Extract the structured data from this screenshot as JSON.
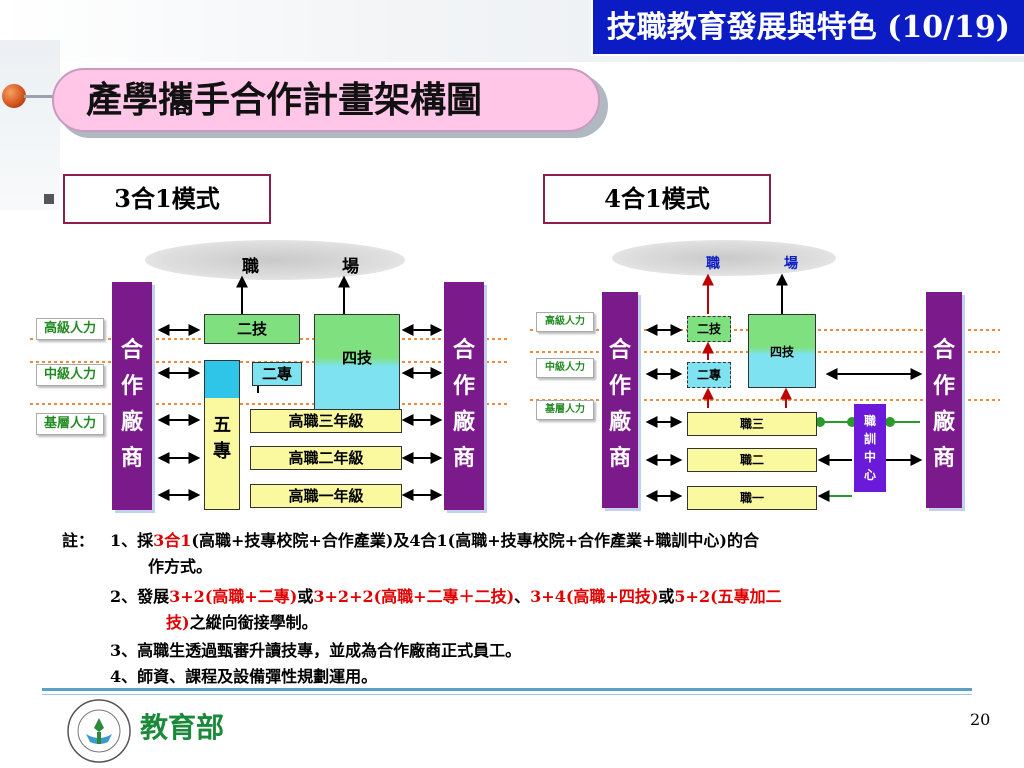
{
  "header": {
    "title": "技職教育發展與特色 (10/19)"
  },
  "pill": {
    "title": "產學攜手合作計畫架構圖"
  },
  "left": {
    "mode": "3合1模式",
    "workplace": [
      "職",
      "場"
    ],
    "partner": [
      "合",
      "作",
      "廠",
      "商"
    ],
    "levels": [
      "高級人力",
      "中級人力",
      "基層人力"
    ],
    "tech2": "二技",
    "tech4": "四技",
    "jr2": "二專",
    "five": [
      "五",
      "專"
    ],
    "hs3": "高職三年級",
    "hs2": "高職二年級",
    "hs1": "高職一年級"
  },
  "right": {
    "mode": "4合1模式",
    "workplace": [
      "職",
      "場"
    ],
    "partner": [
      "合",
      "作",
      "廠",
      "商"
    ],
    "levels": [
      "高級人力",
      "中級人力",
      "基層人力"
    ],
    "tech2": "二技",
    "tech4": "四技",
    "jr2": "二專",
    "v3": "職三",
    "v2": "職二",
    "v1": "職一",
    "training": [
      "職",
      "訓",
      "中",
      "心"
    ]
  },
  "notes": {
    "prefix": "註：",
    "n1": {
      "a": "1、採",
      "b": "3合1",
      "c": "(高職+技專校院+合作產業)及4合1(高職+技專校院+合作產業+職訓中心)的合",
      "d": "作方式。"
    },
    "n2": {
      "a": "2、發展",
      "b": "3+2(高職+二專)",
      "c": "或",
      "d": "3+2+2(高職+二專＋二技)",
      "e": "、",
      "f": "3+4(高職+四技)",
      "g": "或",
      "h": "5+2(五專加二",
      "i": "技)",
      "j": "之縱向銜接學制。"
    },
    "n3": "3、高職生透過甄審升讀技專，並成為合作廠商正式員工。",
    "n4": "4、師資、課程及設備彈性規劃運用。"
  },
  "footer": {
    "org": "教育部",
    "page": "20"
  },
  "colors": {
    "header_bg": "#0b1cc4",
    "pill_bg": "#ffc6e8",
    "partner_bg": "#7b1a8a",
    "green": "#7fe07f",
    "cyan": "#7ee2f0",
    "yellow": "#fbf9a0",
    "dotted": "#f08a3c"
  },
  "icons": [
    "ministry-of-education-logo"
  ]
}
